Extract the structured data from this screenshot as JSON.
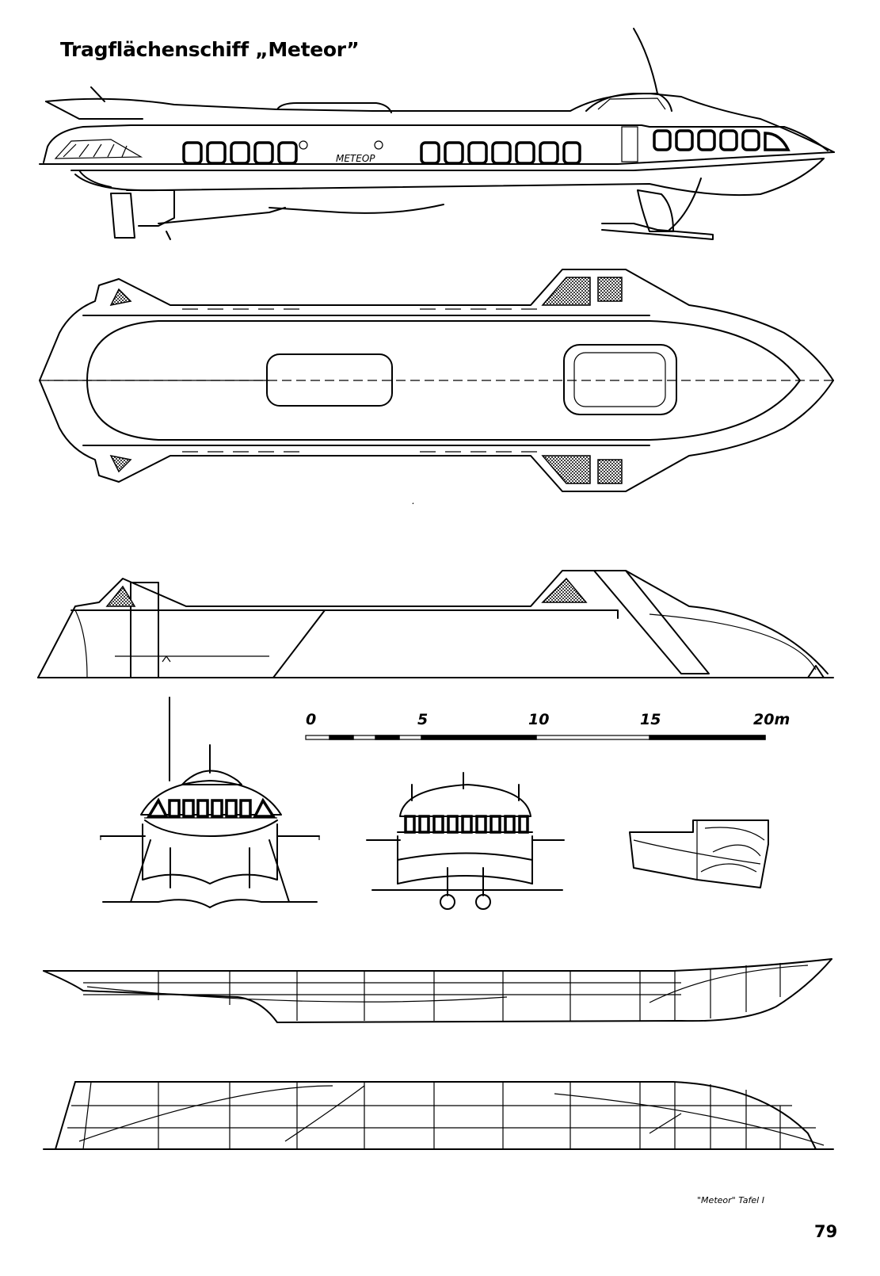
{
  "title": "Tragflächenschiff „Meteor”",
  "hull_name": "МЕТЕОР",
  "scale_bar": {
    "labels": [
      "0",
      "5",
      "10",
      "15",
      "20m"
    ]
  },
  "plate_caption": "\"Meteor\" Tafel I",
  "page_number": "79"
}
